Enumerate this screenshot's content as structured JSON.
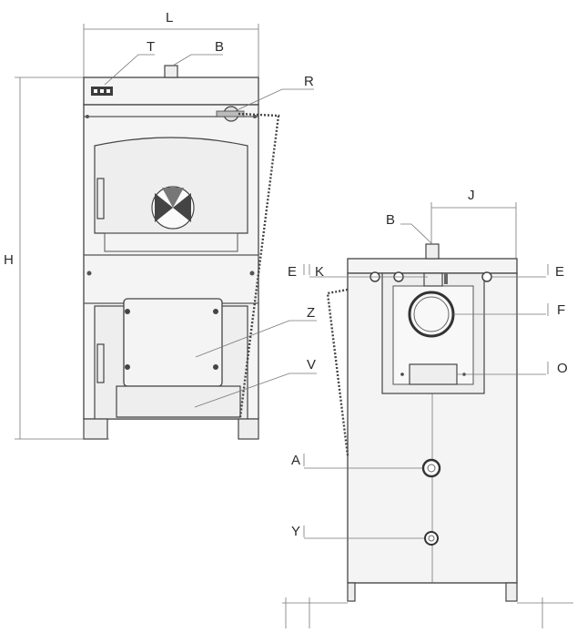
{
  "labels": {
    "L": "L",
    "T": "T",
    "B_front": "B",
    "R": "R",
    "H": "H",
    "Z": "Z",
    "V": "V",
    "J": "J",
    "B_side": "B",
    "E_left": "E",
    "K": "K",
    "E_right": "E",
    "F": "F",
    "O": "O",
    "A": "A",
    "Y": "Y"
  }
}
